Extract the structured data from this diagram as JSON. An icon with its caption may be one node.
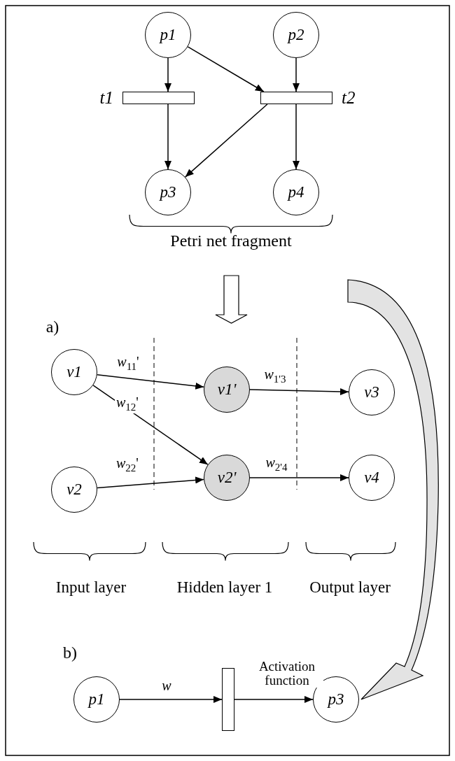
{
  "diagram": {
    "nodes": [
      {
        "text": [
          "p1"
        ]
      },
      {
        "text": [
          "p2"
        ]
      },
      {
        "text": [
          "t1"
        ]
      },
      {
        "text": [
          "t2"
        ]
      },
      {
        "text": [
          "p3"
        ]
      },
      {
        "text": [
          "p4"
        ]
      },
      {
        "text": [
          "v1"
        ]
      },
      {
        "text": [
          "v1'"
        ]
      },
      {
        "text": [
          "v3"
        ]
      },
      {
        "text": [
          "v2"
        ]
      },
      {
        "text": [
          "v2'"
        ]
      },
      {
        "text": [
          "v4"
        ]
      },
      {
        "text": [
          "p1"
        ]
      },
      {
        "text": [],
        "shape": "bar"
      },
      {
        "text": [
          "p3"
        ]
      }
    ],
    "edges": [
      {
        "from": 0,
        "to": 2,
        "arrow": "to"
      },
      {
        "from": 0,
        "to": 3,
        "arrow": "to"
      },
      {
        "from": 1,
        "to": 3,
        "arrow": "to"
      },
      {
        "from": 2,
        "to": 4,
        "arrow": "to"
      },
      {
        "from": 3,
        "to": 4,
        "arrow": "to"
      },
      {
        "from": 3,
        "to": 5,
        "arrow": "to"
      },
      {
        "from": 6,
        "to": 7,
        "arrow": "to",
        "label": "*w*$_{11}$'"
      },
      {
        "from": 6,
        "to": 10,
        "arrow": "to",
        "label": "*w*$_{12}$'"
      },
      {
        "from": 9,
        "to": 10,
        "arrow": "to",
        "label": "*w*$_{22}$'"
      },
      {
        "from": 7,
        "to": 8,
        "arrow": "to",
        "label": "*w*$_{1'3}$"
      },
      {
        "from": 10,
        "to": 11,
        "arrow": "to",
        "label": "*w*$_{2'4}$"
      },
      {
        "from": 12,
        "to": 13,
        "arrow": "to",
        "label": "*w*"
      },
      {
        "from": 13,
        "to": 14,
        "arrow": "to",
        "label": "Activation function"
      },
      {
        "from": null,
        "to": 14,
        "arrow": "to"
      }
    ],
    "labels": [
      "Petri net fragment",
      "a)",
      "Input layer",
      "Hidden layer 1",
      "Output layer",
      "b)"
    ]
  }
}
